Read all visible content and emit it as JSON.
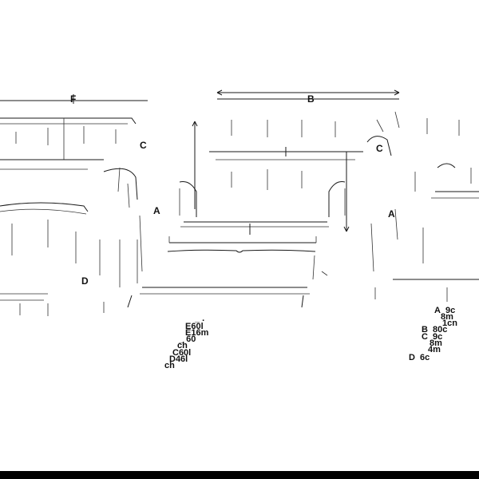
{
  "diagram": {
    "labels": {
      "left_top": "F",
      "center_top": "B",
      "left_c": "C",
      "center_a": "A",
      "left_d": "D",
      "right_c": "C",
      "right_a": "A"
    },
    "dimensions_left": [
      "_ .",
      "E60l",
      "E16m",
      "_ 60",
      "  ch",
      "C60l",
      "D46l",
      "  ch"
    ],
    "dimensions_right": [
      {
        "key": "A",
        "value": "9c"
      },
      {
        "key": "",
        "value": "8m"
      },
      {
        "key": "",
        "value": "1cn"
      },
      {
        "key": "B",
        "value": "80c"
      },
      {
        "key": "C",
        "value": "9c"
      },
      {
        "key": "",
        "value": "8m"
      },
      {
        "key": "",
        "value": "4m"
      },
      {
        "key": "D",
        "value": "6c"
      }
    ]
  },
  "colors": {
    "line": "#1a1a1a",
    "background": "#ffffff",
    "bottom_bar": "#000000"
  }
}
